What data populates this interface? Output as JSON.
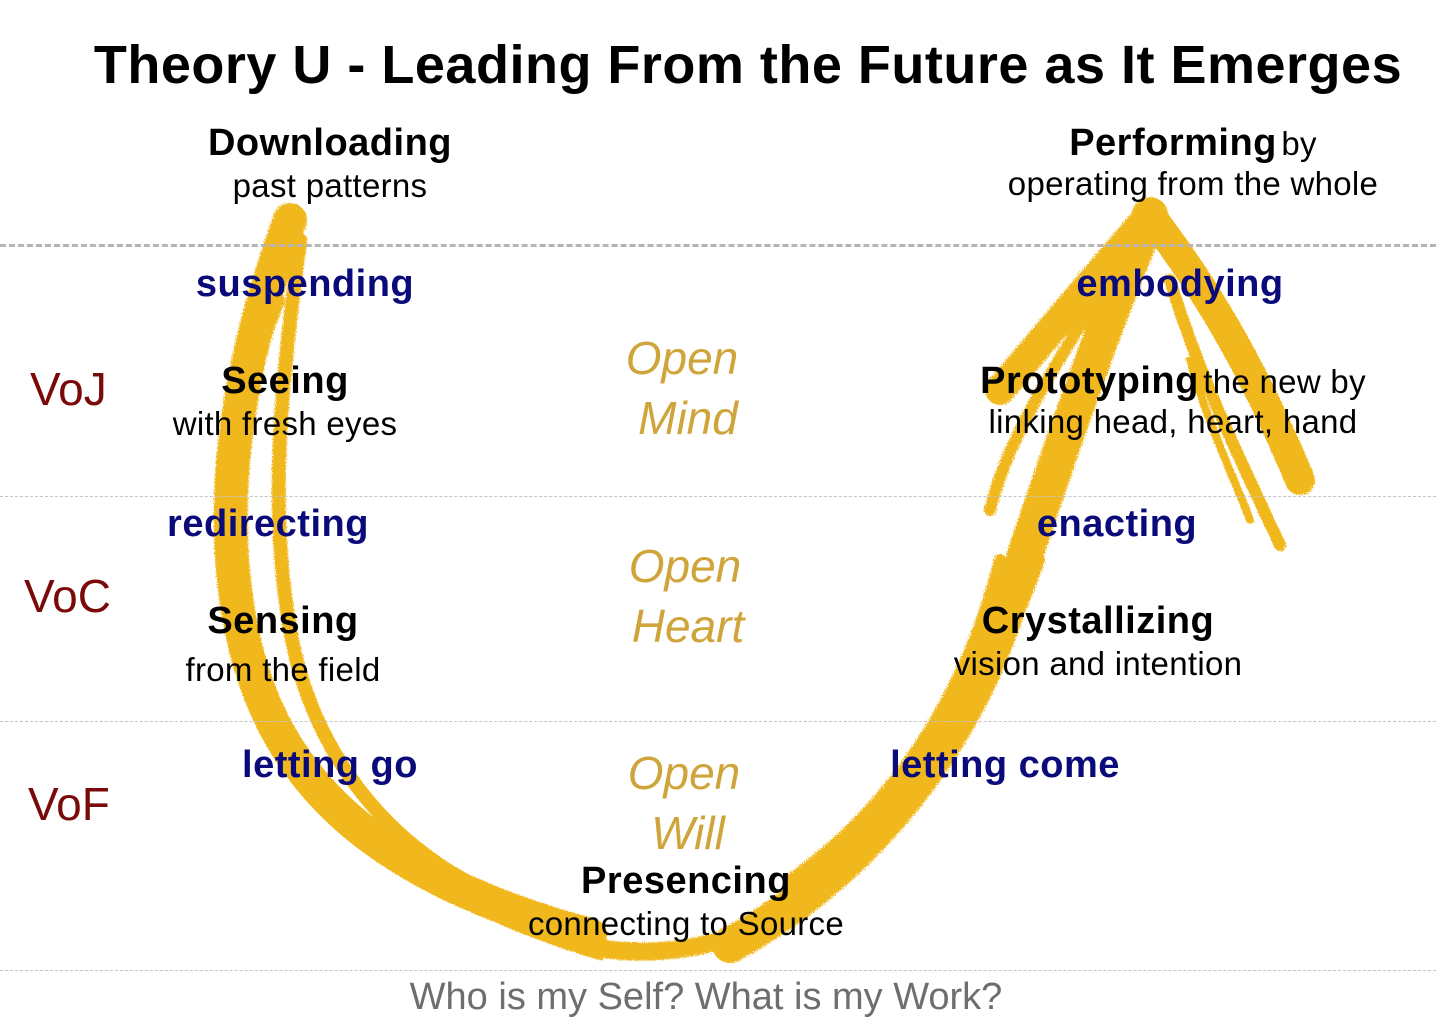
{
  "title": "Theory U - Leading From the Future as It Emerges",
  "stages": {
    "downloading": {
      "name": "Downloading",
      "desc": "past patterns"
    },
    "seeing": {
      "name": "Seeing",
      "desc": "with fresh eyes"
    },
    "sensing": {
      "name": "Sensing",
      "desc": "from the field"
    },
    "presencing": {
      "name": "Presencing",
      "desc": "connecting to Source"
    },
    "crystallizing": {
      "name": "Crystallizing",
      "desc": "vision and intention"
    },
    "prototyping": {
      "name": "Prototyping",
      "inline": "the new by",
      "desc": "linking head, heart, hand"
    },
    "performing": {
      "name": "Performing",
      "inline": "by",
      "desc": "operating from the whole"
    }
  },
  "movements": {
    "suspending": "suspending",
    "redirecting": "redirecting",
    "letting_go": "letting go",
    "letting_come": "letting come",
    "enacting": "enacting",
    "embodying": "embodying"
  },
  "voices": {
    "voj": "VoJ",
    "voc": "VoC",
    "vof": "VoF"
  },
  "openings": {
    "mind": {
      "line1": "Open",
      "line2": "Mind"
    },
    "heart": {
      "line1": "Open",
      "line2": "Heart"
    },
    "will": {
      "line1": "Open",
      "line2": "Will"
    }
  },
  "question": "Who is my Self? What is my Work?",
  "colors": {
    "u_arrow": "#f0b81e",
    "movement_text": "#0a0a7a",
    "voice_text": "#7a0a0a",
    "open_text": "#cfa43a",
    "question_text": "#6e6e6e"
  }
}
